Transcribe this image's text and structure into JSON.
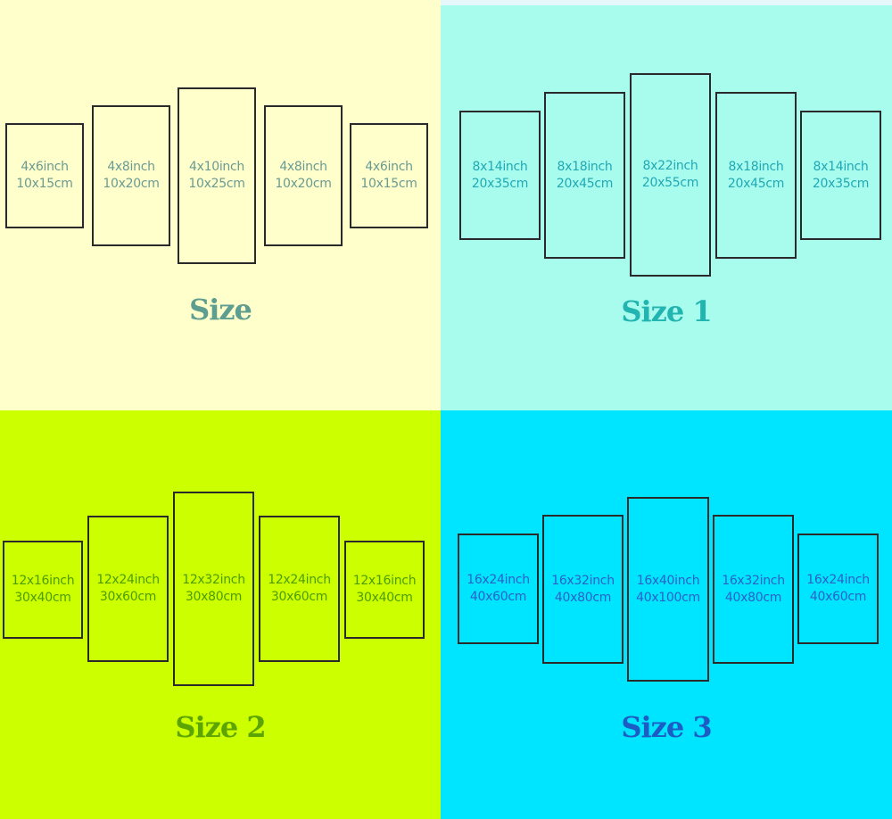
{
  "quadrants": [
    {
      "title": "Size",
      "background": "#ffffcc",
      "title_color": "#5e9e90",
      "text_color": "#6a9a92",
      "panels": [
        {
          "inch": "4x6inch",
          "cm": "10x15cm"
        },
        {
          "inch": "4x8inch",
          "cm": "10x20cm"
        },
        {
          "inch": "4x10inch",
          "cm": "10x25cm"
        },
        {
          "inch": "4x8inch",
          "cm": "10x20cm"
        },
        {
          "inch": "4x6inch",
          "cm": "10x15cm"
        }
      ]
    },
    {
      "title": "Size 1",
      "background": "#a8fcee",
      "title_color": "#22b4b0",
      "text_color": "#20a8b4",
      "panels": [
        {
          "inch": "8x14inch",
          "cm": "20x35cm"
        },
        {
          "inch": "8x18inch",
          "cm": "20x45cm"
        },
        {
          "inch": "8x22inch",
          "cm": "20x55cm"
        },
        {
          "inch": "8x18inch",
          "cm": "20x45cm"
        },
        {
          "inch": "8x14inch",
          "cm": "20x35cm"
        }
      ]
    },
    {
      "title": "Size 2",
      "background": "#ccff00",
      "title_color": "#5ca400",
      "text_color": "#4c9c00",
      "panels": [
        {
          "inch": "12x16inch",
          "cm": "30x40cm"
        },
        {
          "inch": "12x24inch",
          "cm": "30x60cm"
        },
        {
          "inch": "12x32inch",
          "cm": "30x80cm"
        },
        {
          "inch": "12x24inch",
          "cm": "30x60cm"
        },
        {
          "inch": "12x16inch",
          "cm": "30x40cm"
        }
      ]
    },
    {
      "title": "Size 3",
      "background": "#00e5ff",
      "title_color": "#1c5cc4",
      "text_color": "#2c60c8",
      "panels": [
        {
          "inch": "16x24inch",
          "cm": "40x60cm"
        },
        {
          "inch": "16x32inch",
          "cm": "40x80cm"
        },
        {
          "inch": "16x40inch",
          "cm": "40x100cm"
        },
        {
          "inch": "16x32inch",
          "cm": "40x80cm"
        },
        {
          "inch": "16x24inch",
          "cm": "40x60cm"
        }
      ]
    }
  ]
}
